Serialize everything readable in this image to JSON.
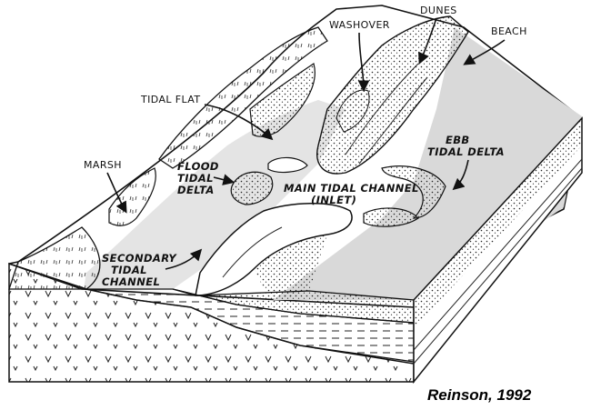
{
  "labels": {
    "dunes": "DUNES",
    "washover": "WASHOVER",
    "beach": "BEACH",
    "tidal_flat": "TIDAL FLAT",
    "marsh": "MARSH",
    "flood_tidal_delta": [
      "FLOOD",
      "TIDAL",
      "DELTA"
    ],
    "ebb_tidal_delta": [
      "EBB",
      "TIDAL DELTA"
    ],
    "main_tidal_channel": [
      "MAIN TIDAL CHANNEL",
      "(INLET)"
    ],
    "secondary_tidal_channel": [
      "SECONDARY",
      "TIDAL",
      "CHANNEL"
    ]
  },
  "credit": "Reinson, 1992"
}
